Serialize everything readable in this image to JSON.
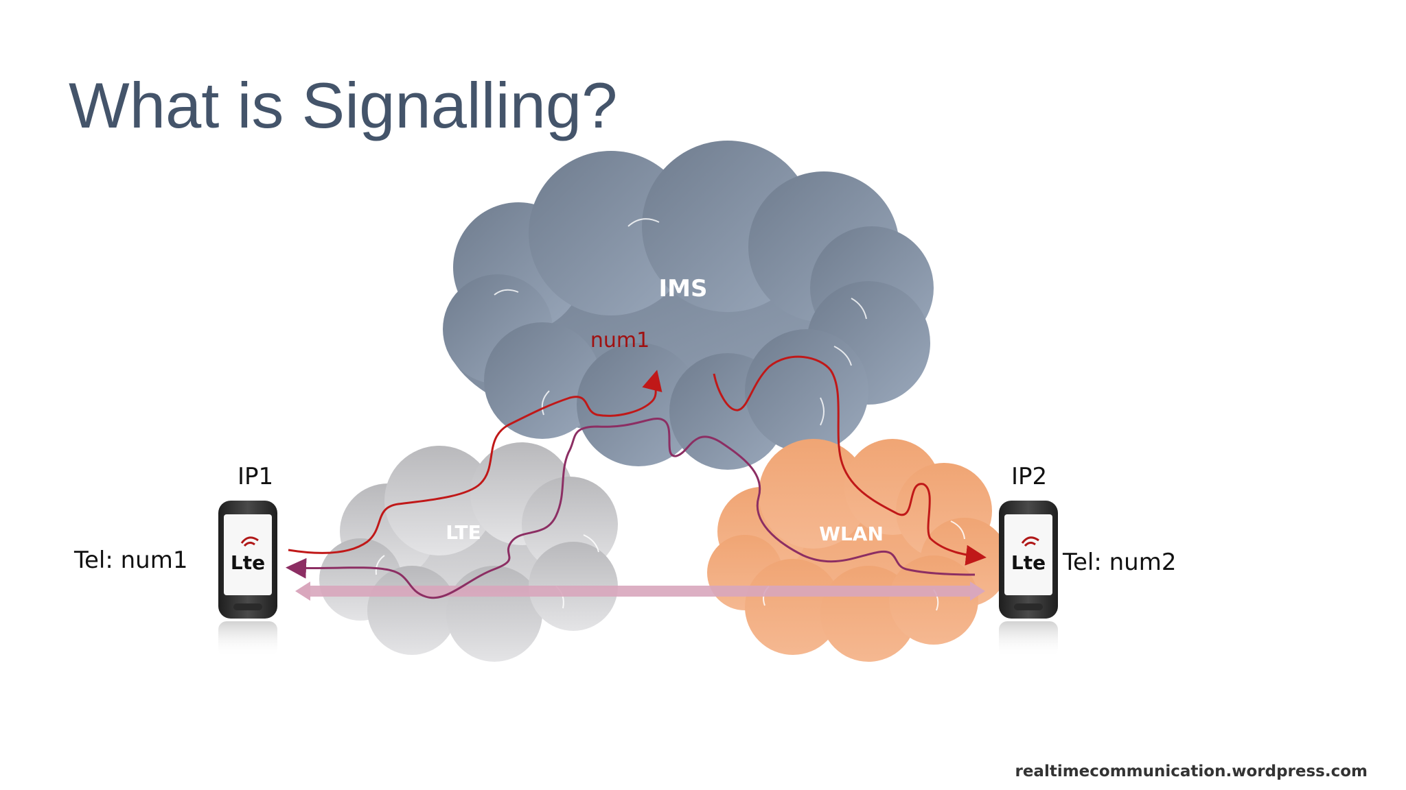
{
  "slide": {
    "title": "What is Signalling?",
    "footer": "realtimecommunication.wordpress.com"
  },
  "diagram": {
    "clouds": {
      "ims": "IMS",
      "lte": "LTE",
      "wlan": "WLAN"
    },
    "identity_label": "num1",
    "left_device": {
      "ip": "IP1",
      "tel": "Tel: num1",
      "screen_logo": "Lte"
    },
    "right_device": {
      "ip": "IP2",
      "tel": "Tel: num2",
      "screen_logo": "Lte"
    }
  },
  "colors": {
    "title": "#44546a",
    "ims_cloud": "#7d8899",
    "lte_cloud": "#c9c9cb",
    "wlan_cloud": "#f2a97d",
    "signal_path": "#c01818",
    "media_path": "#8c2e63",
    "direct_arrow": "#d9a7bd"
  }
}
